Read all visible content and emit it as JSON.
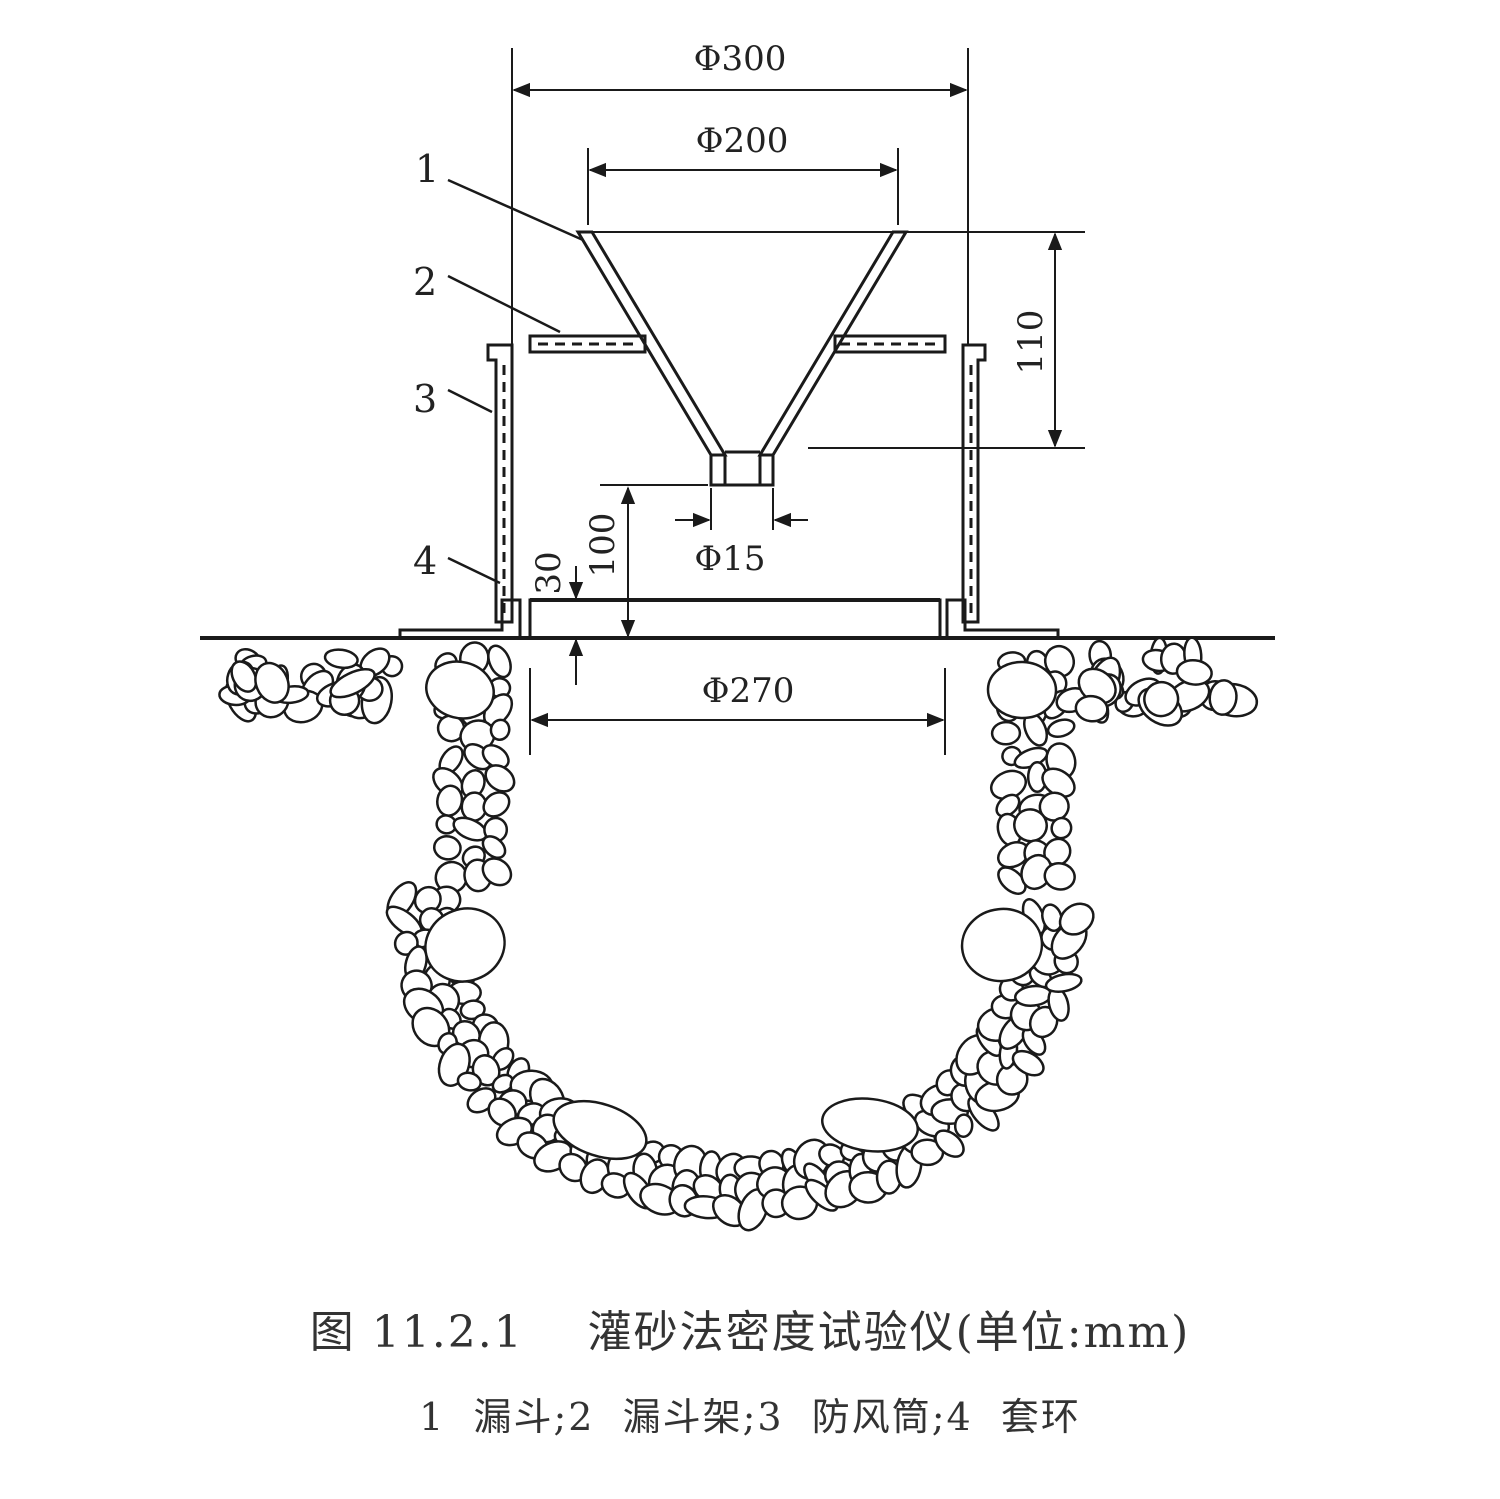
{
  "dimensions": {
    "outer_diameter": "Φ300",
    "funnel_top_diameter": "Φ200",
    "funnel_height": "110",
    "outlet_diameter": "Φ15",
    "outlet_height": "100",
    "ring_height": "30",
    "hole_diameter": "Φ270"
  },
  "callouts": [
    "1",
    "2",
    "3",
    "4"
  ],
  "caption": {
    "title": "图 11.2.1    灌砂法密度试验仪(单位:mm)",
    "legend": "1  漏斗;2  漏斗架;3  防风筒;4  套环"
  },
  "colors": {
    "line": "#1a1a1a",
    "stone_fill": "#ffffff"
  }
}
